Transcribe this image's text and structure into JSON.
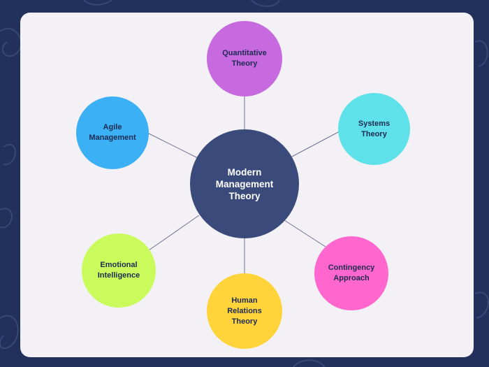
{
  "center": {
    "label": "Modern\nManagement\nTheory",
    "color": "#3a4a7a"
  },
  "nodes": [
    {
      "id": "quant",
      "label": "Quantitative\nTheory",
      "color": "#c76ae0"
    },
    {
      "id": "agile",
      "label": "Agile\nManagement",
      "color": "#3bb0f5"
    },
    {
      "id": "sys",
      "label": "Systems\nTheory",
      "color": "#5fe1ea"
    },
    {
      "id": "emo",
      "label": "Emotional\nIntelligence",
      "color": "#c9fb5d"
    },
    {
      "id": "cont",
      "label": "Contingency\nApproach",
      "color": "#ff67cf"
    },
    {
      "id": "human",
      "label": "Human\nRelations\nTheory",
      "color": "#ffd43b"
    }
  ],
  "colors": {
    "background": "#22305c",
    "card": "#f4f1f6",
    "connector": "#6c7391"
  }
}
